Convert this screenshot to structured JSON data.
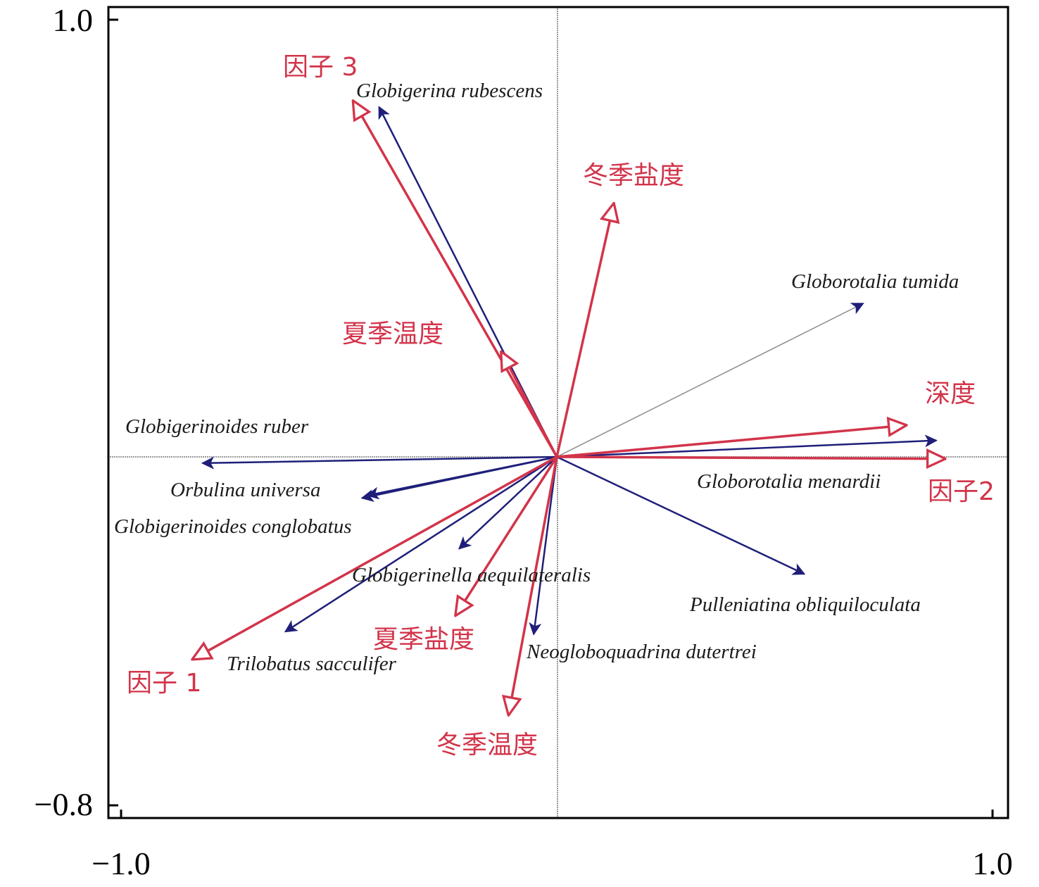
{
  "chart_data": {
    "type": "biplot",
    "title": "",
    "xlabel": "",
    "ylabel": "",
    "xlim": [
      -1.0,
      1.0
    ],
    "ylim": [
      -0.8,
      1.0
    ],
    "x_tick_labels": [
      "−1.0",
      "1.0"
    ],
    "y_tick_labels": [
      "1.0",
      "−0.8"
    ],
    "grid": false,
    "colors": {
      "species": "#1f1f7a",
      "environment": "#d2344a",
      "species_faint": "#8a8a8a",
      "axes": "#000000",
      "zero_lines": "#9a9a9a"
    },
    "species": [
      {
        "name": "Globigerina rubescens",
        "x": -0.408,
        "y": 0.8
      },
      {
        "name": "Globorotalia tumida",
        "x": 0.703,
        "y": 0.35
      },
      {
        "name": "Globigerinoides ruber",
        "x": -0.813,
        "y": -0.016
      },
      {
        "name": "Orbulina universa",
        "x": -0.447,
        "y": -0.096
      },
      {
        "name": "Globigerinoides conglobatus",
        "x": -0.435,
        "y": -0.09
      },
      {
        "name": "Globigerinella aequilateralis",
        "x": -0.224,
        "y": -0.212
      },
      {
        "name": "Trilobatus sacculifer",
        "x": -0.623,
        "y": -0.402
      },
      {
        "name": "Neogloboquadrina dutertrei",
        "x": -0.053,
        "y": -0.408
      },
      {
        "name": "Pulleniatina obliquiloculata",
        "x": 0.568,
        "y": -0.27
      },
      {
        "name": "Globorotalia menardii",
        "x": 0.871,
        "y": 0.036
      }
    ],
    "environment": [
      {
        "name": "因子 3",
        "x": -0.468,
        "y": 0.815
      },
      {
        "name": "冬季盐度",
        "x": 0.131,
        "y": 0.58
      },
      {
        "name": "夏季温度",
        "x": -0.128,
        "y": 0.24
      },
      {
        "name": "深度",
        "x": 0.803,
        "y": 0.071
      },
      {
        "name": "因子2",
        "x": 0.892,
        "y": -0.006
      },
      {
        "name": "因子 1",
        "x": -0.837,
        "y": -0.466
      },
      {
        "name": "夏季盐度",
        "x": -0.233,
        "y": -0.366
      },
      {
        "name": "冬季温度",
        "x": -0.111,
        "y": -0.594
      }
    ]
  }
}
